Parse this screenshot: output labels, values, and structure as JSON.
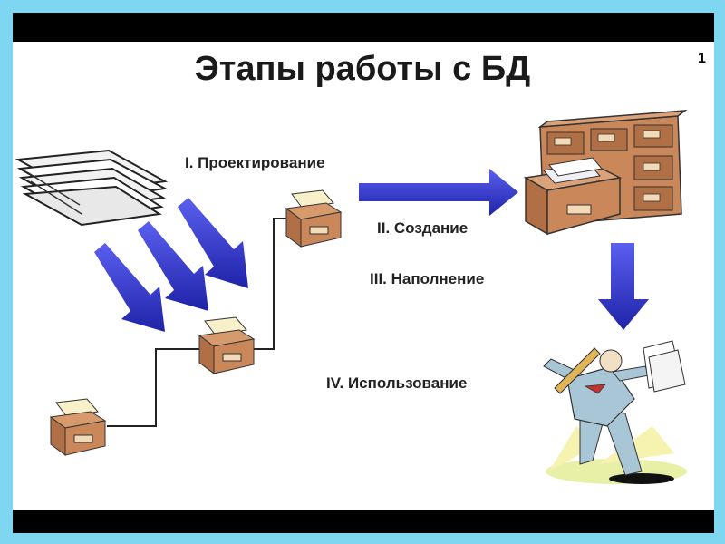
{
  "slide": {
    "title": "Этапы работы с БД",
    "number": "1"
  },
  "stages": [
    {
      "label": "I. Проектирование"
    },
    {
      "label": "II. Создание"
    },
    {
      "label": "III. Наполнение"
    },
    {
      "label": "IV. Использование"
    }
  ],
  "colors": {
    "arrow": "#3a3fcf",
    "cabinet": "#c9875a",
    "background": "#7fd6f0",
    "frame_bar": "#000000"
  }
}
